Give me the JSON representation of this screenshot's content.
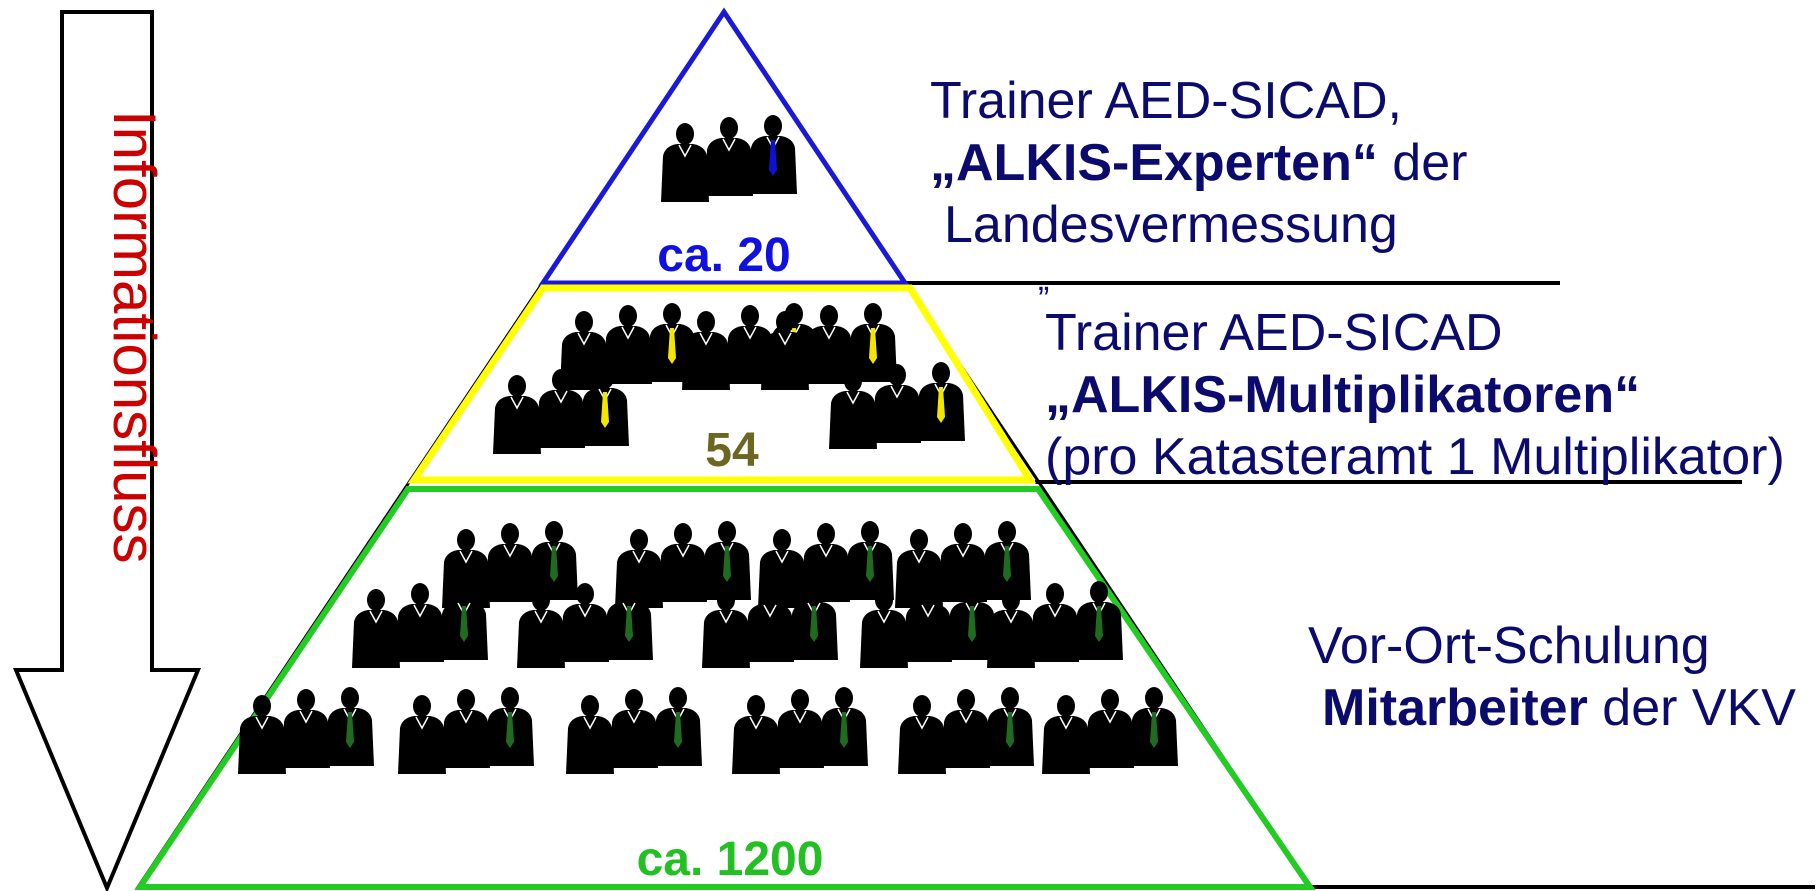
{
  "arrow": {
    "label": "Informationsfluss",
    "label_color": "#cc0000"
  },
  "tiers": [
    {
      "count": "ca. 20",
      "count_color": "#1010e0",
      "border_color": "#1a1ad6",
      "line1": "Trainer AED-SICAD,",
      "line2_bold": "„ALKIS-Experten“",
      "line2_rest": " der",
      "line3": "Landesvermessung",
      "stray_mark": "„"
    },
    {
      "count": "54",
      "count_color": "#6b6620",
      "border_color": "#ffff00",
      "line1": "Trainer AED-SICAD",
      "line2_bold": "„ALKIS-Multiplikatoren“",
      "line3": "(pro Katasteramt 1 Multiplikator)"
    },
    {
      "count": "ca. 1200",
      "count_color": "#22c022",
      "border_color": "#22cc22",
      "line1": "Vor-Ort-Schulung",
      "line2_bold": "Mitarbeiter",
      "line2_rest": " der VKV"
    }
  ],
  "tie_colors": {
    "top": "#1010d0",
    "middle": "#f2e600",
    "bottom": "#1f6b1f"
  },
  "text_color": "#0b0b6e"
}
